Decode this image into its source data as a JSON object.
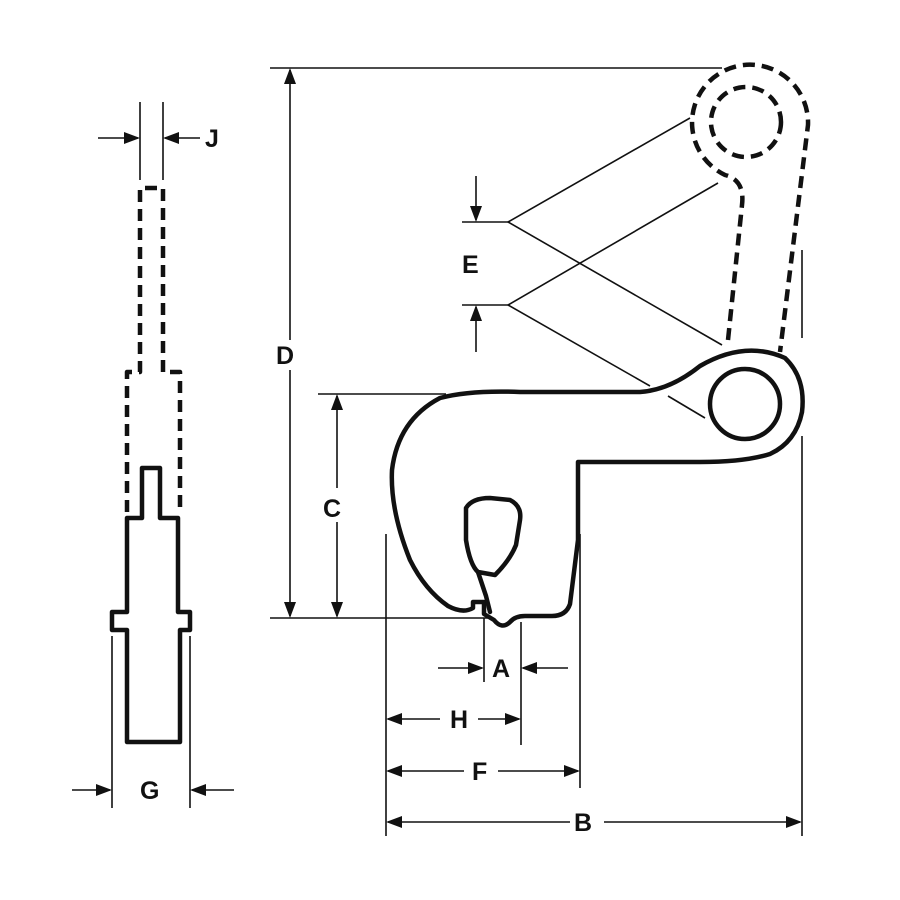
{
  "labels": {
    "a": "A",
    "b": "B",
    "c": "C",
    "d": "D",
    "e": "E",
    "f": "F",
    "g": "G",
    "h": "H",
    "j": "J"
  },
  "colors": {
    "ink": "#111111",
    "background": "#ffffff"
  }
}
